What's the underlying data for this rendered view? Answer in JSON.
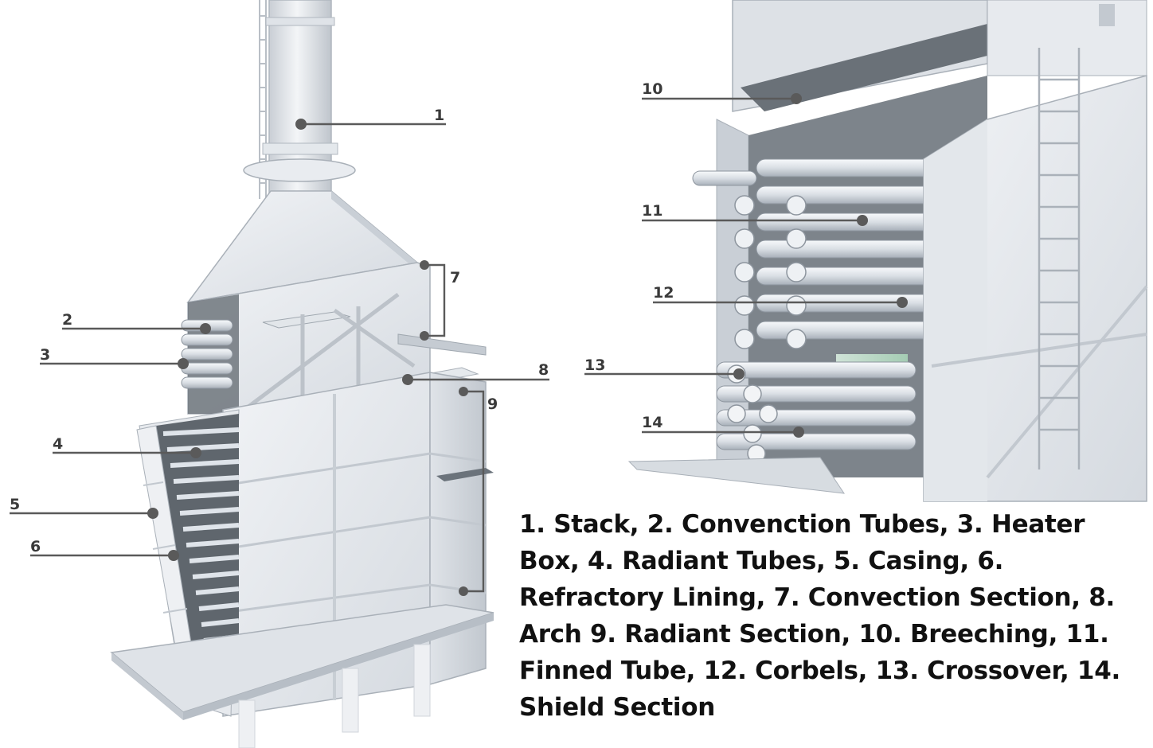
{
  "callouts": {
    "c1": "1",
    "c2": "2",
    "c3": "3",
    "c4": "4",
    "c5": "5",
    "c6": "6",
    "c7": "7",
    "c8": "8",
    "c9": "9",
    "c10": "10",
    "c11": "11",
    "c12": "12",
    "c13": "13",
    "c14": "14"
  },
  "caption": "1. Stack, 2. Convenction Tubes, 3. Heater Box, 4. Radiant Tubes, 5. Casing, 6. Refractory Lining, 7. Convection Section, 8. Arch 9. Radiant Section, 10. Breeching, 11. Finned Tube, 12. Corbels, 13. Crossover, 14. Shield Section",
  "colors": {
    "steel_light": "#eef0f3",
    "steel_mid": "#d3d8de",
    "steel_dark": "#a9b0b8",
    "leader": "#5a5a5a",
    "accent_green": "#b7dcc4"
  }
}
